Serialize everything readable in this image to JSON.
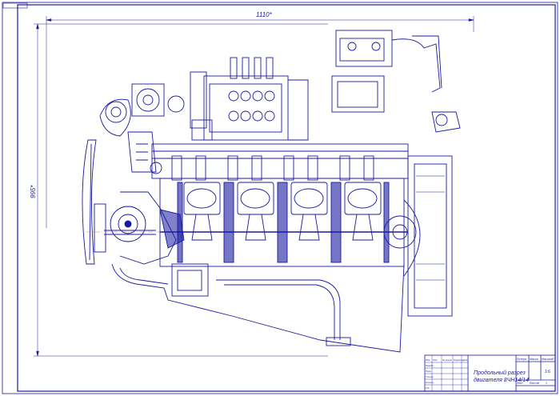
{
  "drawing": {
    "line_color": "#1a1aa0",
    "accent_color": "#e07020",
    "dim_width": "1110*",
    "dim_height": "995*"
  },
  "title_block": {
    "title_line1": "Продольный разрез",
    "title_line2": "двигателя 8ЧН14/14",
    "hdr_lit": "Литера",
    "hdr_mass": "Масса",
    "hdr_scale": "Масштаб",
    "scale_value": "1:6",
    "sheet_label": "Лист",
    "sheets_label": "Листов",
    "sheets_value": "1",
    "row_labels": [
      "Изм",
      "Лист",
      "№ докум.",
      "Подпись",
      "Дата"
    ],
    "role_labels": [
      "Разраб.",
      "Пров.",
      "Т.контр.",
      "Н.контр.",
      "Утв."
    ]
  }
}
